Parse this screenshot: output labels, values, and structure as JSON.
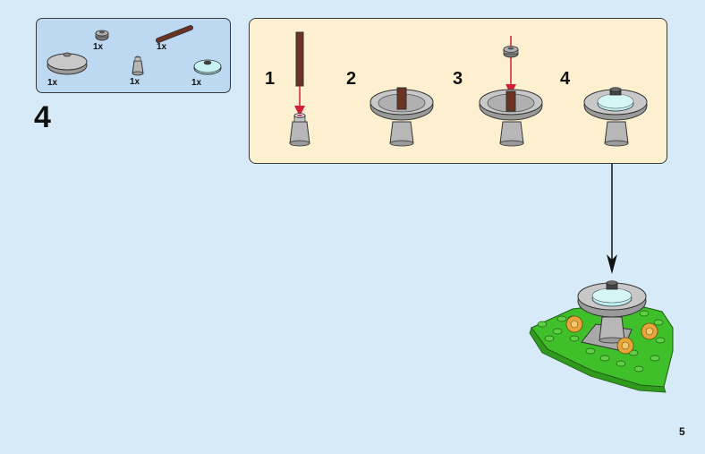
{
  "parts_list": {
    "items": [
      {
        "name": "grey-dish",
        "qty": "1x"
      },
      {
        "name": "dark-grey-round-plate",
        "qty": "1x"
      },
      {
        "name": "grey-cone",
        "qty": "1x"
      },
      {
        "name": "brown-bar",
        "qty": "1x"
      },
      {
        "name": "trans-light-blue-round-tile",
        "qty": "1x"
      }
    ]
  },
  "step": {
    "number": "4"
  },
  "sub_steps": [
    "1",
    "2",
    "3",
    "4"
  ],
  "page": {
    "number": "5"
  },
  "colors": {
    "background": "#d6ebf7",
    "parts_box": "#bdd9f2",
    "sub_step_box": "#fdf0d0",
    "arrow_red": "#d0203a",
    "bar_brown": "#6b3323",
    "grey": "#b7b7b7",
    "trans_blue": "#bfeef0",
    "baseplate_green": "#3fbf2a",
    "flower_orange": "#e8a63a"
  }
}
